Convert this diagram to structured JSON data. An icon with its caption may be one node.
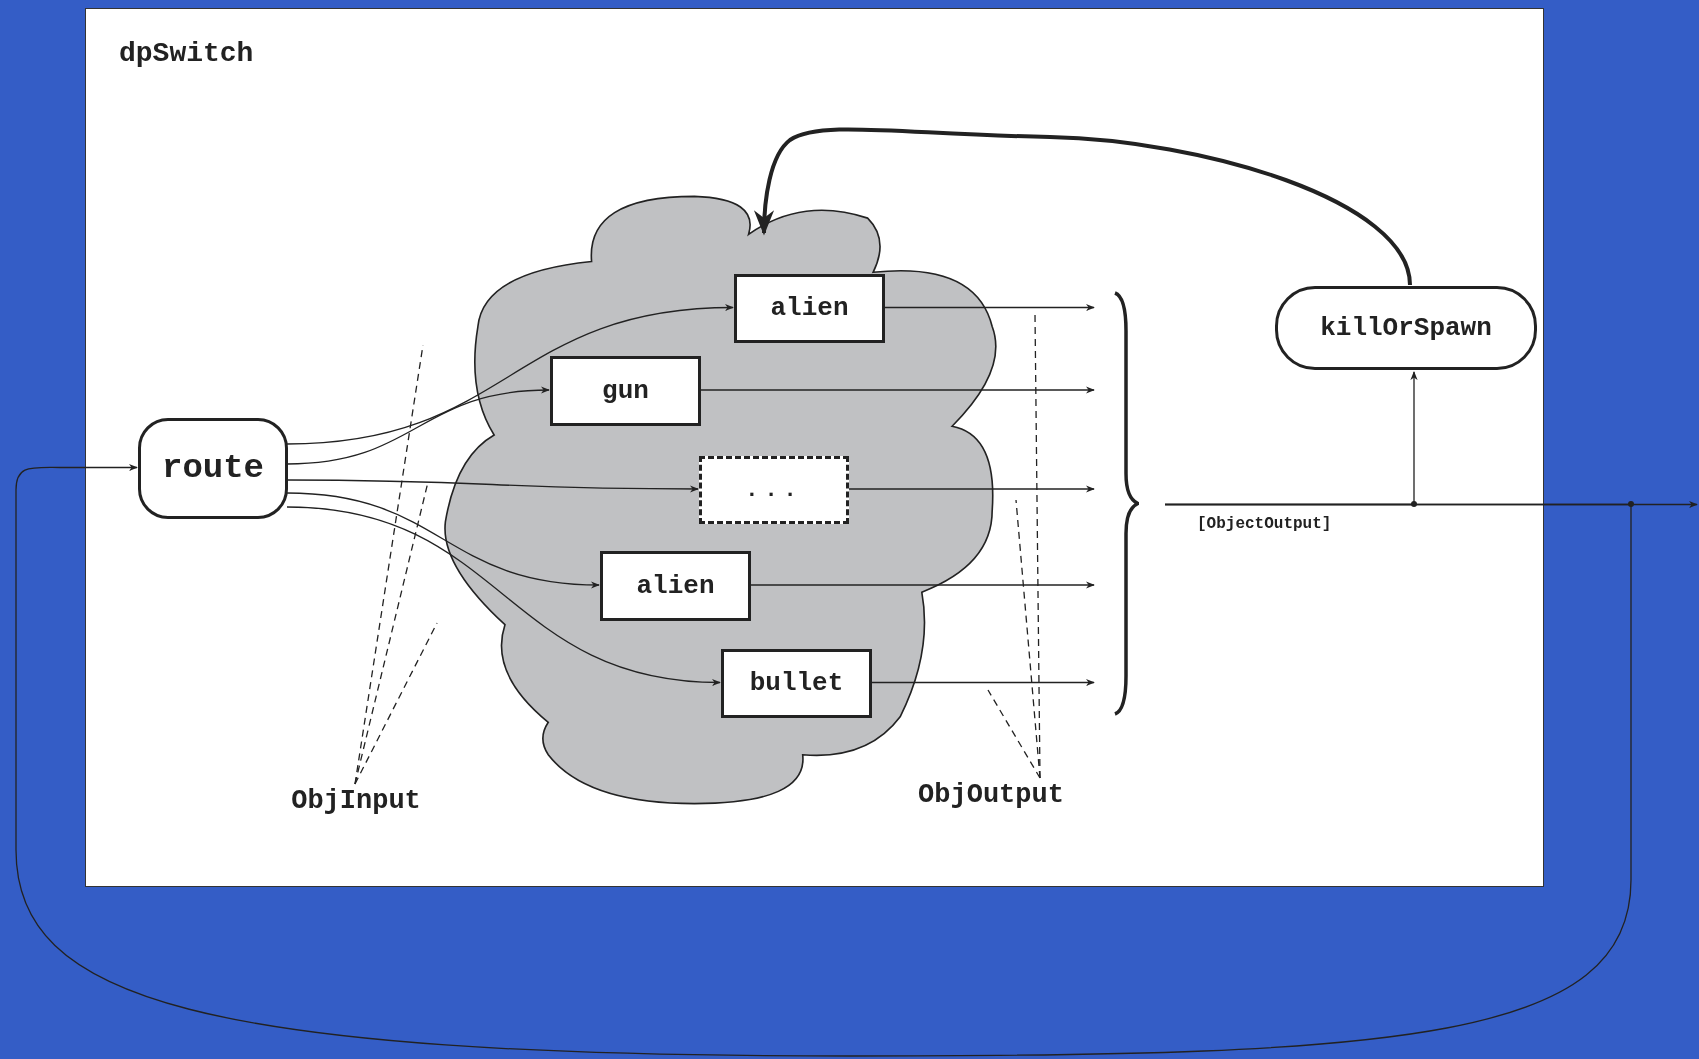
{
  "diagram": {
    "nodes": [
      {
        "text": [
          "dpSwitch"
        ]
      },
      {
        "text": [],
        "shape": "cloud",
        "in": 0
      },
      {
        "text": [
          "route"
        ],
        "in": 0
      },
      {
        "text": [
          "alien"
        ],
        "in": 1
      },
      {
        "text": [
          "gun"
        ],
        "in": 1
      },
      {
        "text": [
          "..."
        ],
        "in": 1
      },
      {
        "text": [
          "alien"
        ],
        "in": 1
      },
      {
        "text": [
          "bullet"
        ],
        "in": 1
      },
      {
        "text": [
          "killOrSpawn"
        ],
        "in": 0
      },
      {
        "text": [],
        "shape": "bracket",
        "in": 0
      },
      {
        "text": [
          "ObjInput"
        ],
        "in": 0
      },
      {
        "text": [
          "ObjOutput"
        ],
        "in": 0
      }
    ],
    "edges": [
      {
        "from": 2,
        "to": 3,
        "arrow": "to"
      },
      {
        "from": 2,
        "to": 4,
        "arrow": "to"
      },
      {
        "from": 2,
        "to": 5,
        "arrow": "to"
      },
      {
        "from": 2,
        "to": 6,
        "arrow": "to"
      },
      {
        "from": 2,
        "to": 7,
        "arrow": "to"
      },
      {
        "from": 3,
        "to": 9,
        "arrow": "to"
      },
      {
        "from": 4,
        "to": 9,
        "arrow": "to"
      },
      {
        "from": 5,
        "to": 9,
        "arrow": "to"
      },
      {
        "from": 6,
        "to": 9,
        "arrow": "to"
      },
      {
        "from": 7,
        "to": 9,
        "arrow": "to"
      },
      {
        "from": 9,
        "to": null,
        "arrow": "to",
        "label": "[ObjectOutput]"
      },
      {
        "from": 9,
        "to": 8,
        "arrow": "to"
      },
      {
        "from": 9,
        "to": 2,
        "arrow": "to"
      },
      {
        "from": 8,
        "to": 1,
        "arrow": "to",
        "style": "thick"
      },
      {
        "from": 10,
        "to": null,
        "arrow": "none",
        "style": "dashed"
      },
      {
        "from": 10,
        "to": null,
        "arrow": "none",
        "style": "dashed"
      },
      {
        "from": 10,
        "to": null,
        "arrow": "none",
        "style": "dashed"
      },
      {
        "from": 11,
        "to": null,
        "arrow": "none",
        "style": "dashed"
      },
      {
        "from": 11,
        "to": null,
        "arrow": "none",
        "style": "dashed"
      },
      {
        "from": 11,
        "to": null,
        "arrow": "none",
        "style": "dashed"
      }
    ]
  }
}
